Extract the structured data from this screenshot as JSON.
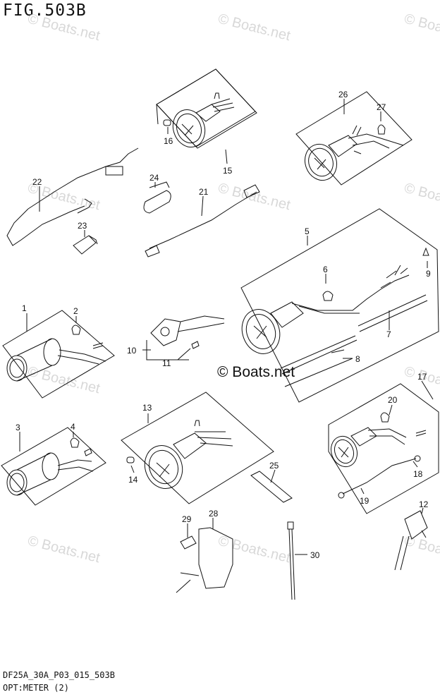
{
  "header": {
    "figure_title": "FIG.503B"
  },
  "footer": {
    "model_code": "DF25A_30A_P03_015_503B",
    "section_name": "OPT:METER (2)"
  },
  "watermark": {
    "faint_text": "© Boats.net",
    "main_text": "© Boats.net"
  },
  "callouts": [
    "1",
    "2",
    "3",
    "4",
    "5",
    "6",
    "7",
    "8",
    "9",
    "10",
    "11",
    "12",
    "13",
    "14",
    "15",
    "16",
    "17",
    "19",
    "18",
    "20",
    "21",
    "22",
    "23",
    "24",
    "25",
    "26",
    "27",
    "28",
    "29",
    "30"
  ],
  "colors": {
    "line": "#111111",
    "watermark": "#d8d8d8",
    "background": "#ffffff"
  }
}
